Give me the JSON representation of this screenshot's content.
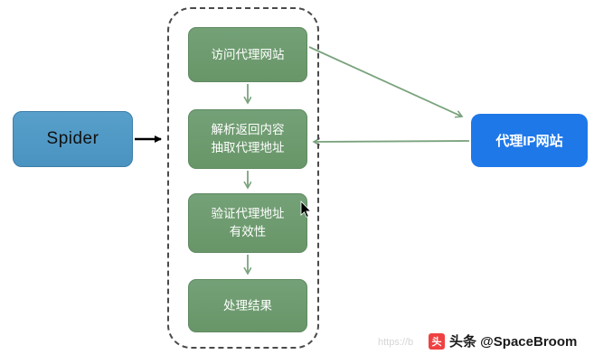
{
  "diagram": {
    "spider": {
      "label": "Spider"
    },
    "steps": [
      {
        "label": "访问代理网站"
      },
      {
        "label": "解析返回内容\n抽取代理地址"
      },
      {
        "label": "验证代理地址\n有效性"
      },
      {
        "label": "处理结果"
      }
    ],
    "proxy_site": {
      "label": "代理IP网站"
    }
  },
  "watermark": {
    "icon_text": "头",
    "label": "头条 @SpaceBroom",
    "faint_url": "https://b"
  },
  "colors": {
    "step_green": "#6e9c71",
    "spider_blue": "#4e97c5",
    "proxy_blue": "#1f78e8",
    "arrow_green": "#7aa37d",
    "arrow_black": "#000000",
    "watermark_red": "#f04142"
  }
}
